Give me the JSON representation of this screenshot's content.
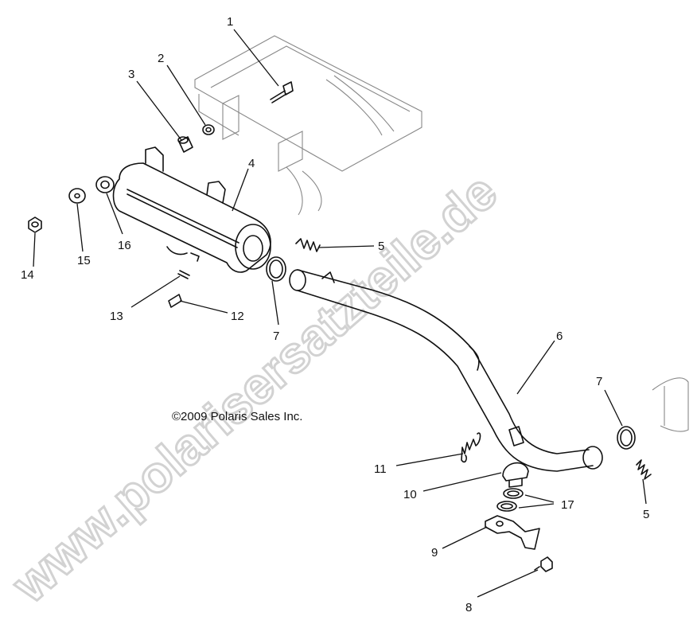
{
  "copyright": "©2009 Polaris Sales Inc.",
  "watermark": "www.polarisersatzteile.de",
  "callouts": {
    "c1": "1",
    "c2": "2",
    "c3": "3",
    "c4": "4",
    "c5a": "5",
    "c5b": "5",
    "c6": "6",
    "c7a": "7",
    "c7b": "7",
    "c8": "8",
    "c9": "9",
    "c10": "10",
    "c11": "11",
    "c12": "12",
    "c13": "13",
    "c14": "14",
    "c15": "15",
    "c16": "16",
    "c17": "17"
  }
}
